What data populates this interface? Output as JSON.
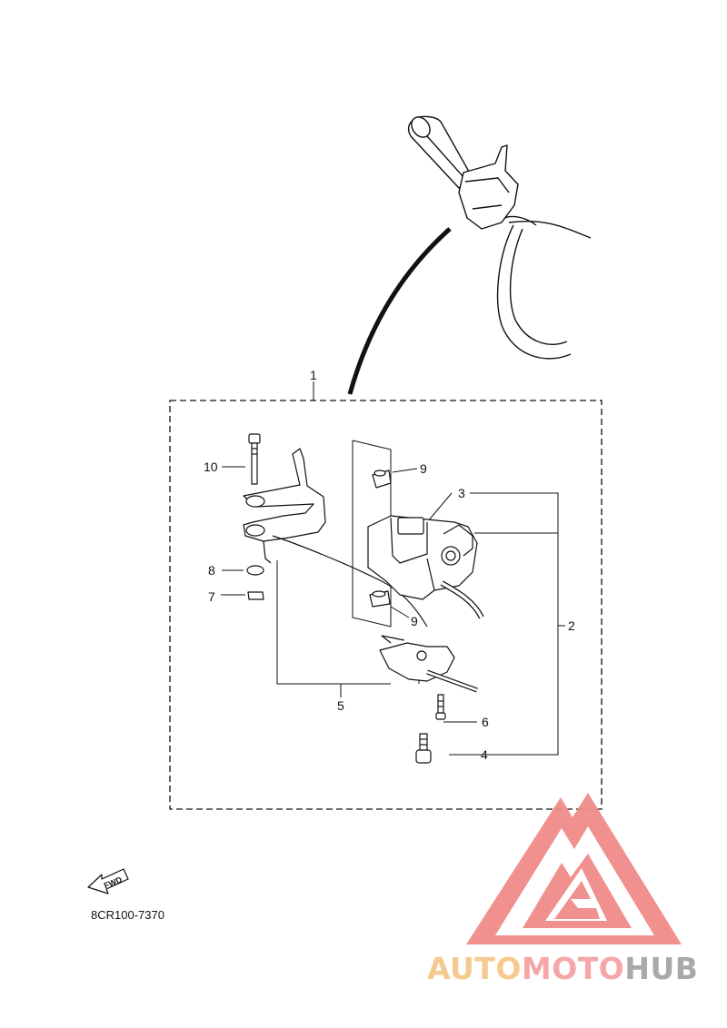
{
  "diagram": {
    "callouts": {
      "c1": "1",
      "c2": "2",
      "c3": "3",
      "c4": "4",
      "c5": "5",
      "c6": "6",
      "c7": "7",
      "c8": "8",
      "c9a": "9",
      "c9b": "9",
      "c10": "10"
    },
    "fwd_label": "FWD",
    "catalog_code": "8CR100-7370"
  },
  "watermark": {
    "brand_part1": "AUTO",
    "brand_part2": "MOTO",
    "brand_part3": "HUB",
    "colors": {
      "part1": "#f6c98f",
      "part2": "#f4a7a6",
      "part3": "#a9a9a9",
      "logo": "#f08c8a"
    }
  }
}
